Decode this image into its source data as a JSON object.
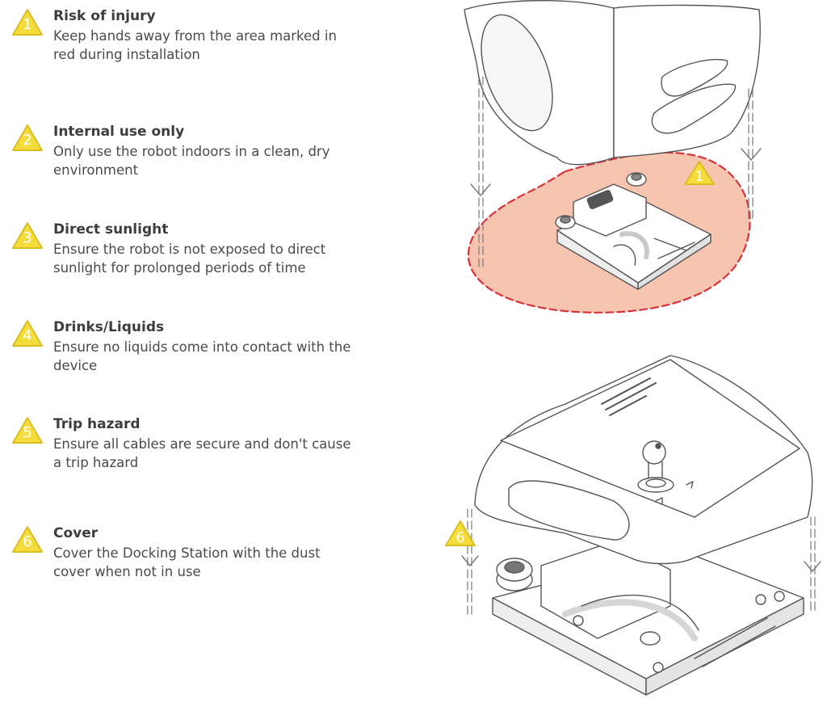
{
  "warnings": [
    {
      "num": "1",
      "title": "Risk of injury",
      "desc": "Keep hands away from the area marked in red during installation"
    },
    {
      "num": "2",
      "title": "Internal use only",
      "desc": "Only use the robot indoors in a clean, dry environment"
    },
    {
      "num": "3",
      "title": "Direct sunlight",
      "desc": "Ensure the robot is not exposed to direct sunlight for prolonged periods of time"
    },
    {
      "num": "4",
      "title": "Drinks/Liquids",
      "desc": "Ensure no liquids come into contact with the device"
    },
    {
      "num": "5",
      "title": "Trip hazard",
      "desc": "Ensure all cables are secure and don't cause a trip hazard"
    },
    {
      "num": "6",
      "title": "Cover",
      "desc": "Cover the Docking Station with the dust cover when not in use"
    }
  ],
  "illustration": {
    "top_marker": "1",
    "bottom_marker": "6"
  },
  "colors": {
    "warning_yellow": "#f4dc3c",
    "warning_yellow_edge": "#d9bf1f",
    "danger_fill": "#f7c4b0",
    "danger_dash": "#d9333a"
  }
}
